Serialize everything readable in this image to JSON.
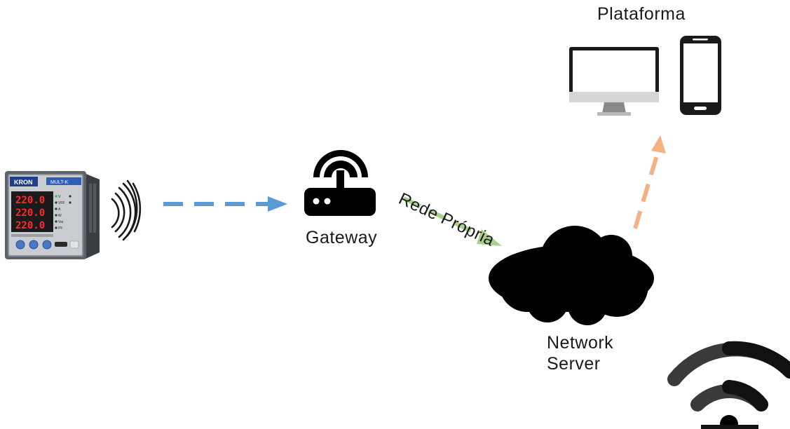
{
  "diagram": {
    "labels": {
      "platform": "Plataforma",
      "gateway": "Gateway",
      "own_network": "Rede Própria",
      "network_server_line1": "Network",
      "network_server_line2": "Server"
    },
    "meter": {
      "brand": "KRON",
      "model": "MULT-K",
      "display_values": [
        "220.0",
        "220.0",
        "220.0"
      ],
      "indicator_labels": [
        "V",
        "VFF",
        "A",
        "W",
        "Var",
        "PF"
      ]
    },
    "colors": {
      "arrow_meter_to_gateway": "#5b9bd5",
      "arrow_gateway_to_server": "#a9d18e",
      "arrow_server_to_platform": "#f4b183",
      "icon_fill": "#000000",
      "meter_digits": "#ff2a2a"
    },
    "icons": [
      "energy-meter-icon",
      "radio-waves-icon",
      "router-icon",
      "cloud-icon",
      "monitor-icon",
      "smartphone-icon",
      "wifi-icon"
    ]
  }
}
